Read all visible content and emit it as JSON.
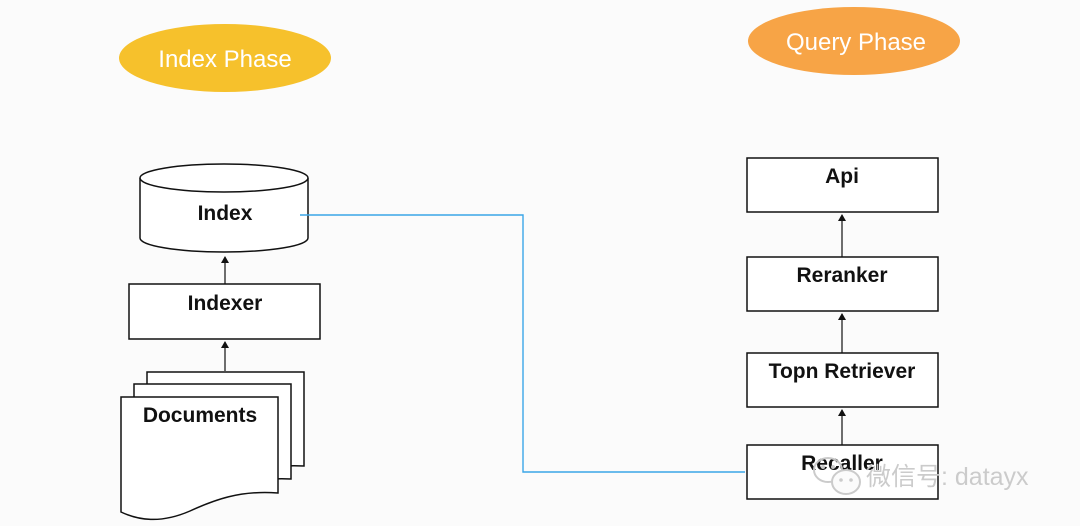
{
  "phases": {
    "index": {
      "label": "Index Phase",
      "color": "#f6c12c"
    },
    "query": {
      "label": "Query Phase",
      "color": "#f7a446"
    }
  },
  "index_phase": {
    "index_store": "Index",
    "indexer": "Indexer",
    "documents": "Documents"
  },
  "query_phase": {
    "api": "Api",
    "reranker": "Reranker",
    "topn_retriever": "Topn Retriever",
    "recaller": "Recaller"
  },
  "connector_color": "#3aa6e8",
  "watermark": {
    "text": "微信号: datayx",
    "icon": "wechat-icon"
  }
}
